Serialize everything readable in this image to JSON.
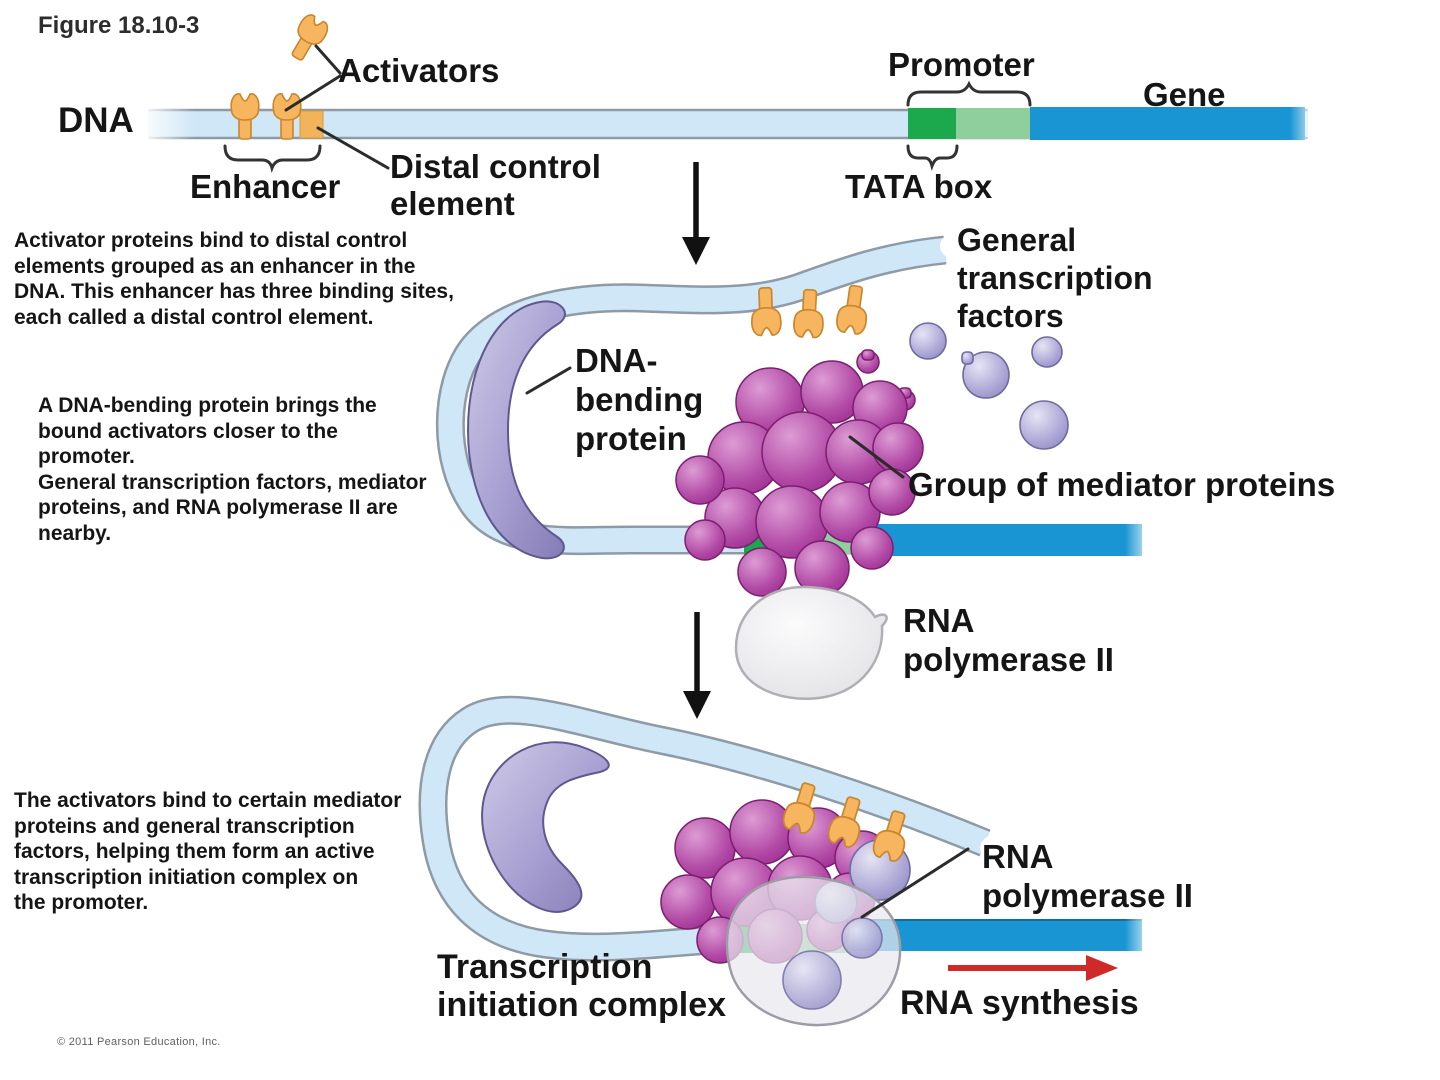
{
  "figure": {
    "title": "Figure 18.10-3",
    "copyright": "© 2011 Pearson Education, Inc."
  },
  "panel_dna": {
    "labels": {
      "dna": "DNA",
      "activators": "Activators",
      "enhancer": "Enhancer",
      "distal_control_element": "Distal control\nelement",
      "promoter": "Promoter",
      "gene": "Gene",
      "tata_box": "TATA box"
    },
    "caption": "Activator proteins bind to distal control\nelements grouped as an enhancer in the\nDNA. This enhancer has three binding sites,\neach called a distal control element."
  },
  "panel_bending": {
    "labels": {
      "dna_bending_protein": "DNA-\nbending\nprotein",
      "general_transcription_factors": "General\ntranscription\nfactors",
      "group_of_mediator_proteins": "Group of mediator proteins"
    },
    "caption": "A DNA-bending protein brings the\nbound activators closer to the\npromoter.\nGeneral transcription factors, mediator\nproteins, and RNA polymerase II are\nnearby."
  },
  "panel_polymerase": {
    "labels": {
      "rna_polymerase_ii": "RNA\npolymerase II"
    }
  },
  "panel_complex": {
    "labels": {
      "transcription_initiation_complex": "Transcription\ninitiation complex",
      "rna_polymerase_ii": "RNA\npolymerase II",
      "rna_synthesis": "RNA synthesis"
    },
    "caption": "The activators bind to certain mediator\nproteins and general transcription\nfactors, helping them form an active\ntranscription initiation complex on\nthe promoter."
  },
  "colors": {
    "dna_fill": "#cfe7f7",
    "dna_edge": "#8e9aa6",
    "promoter_green": "#1ca94d",
    "promoter_light_green": "#8fcf9e",
    "gene_blue": "#1995d3",
    "activator_orange": "#f6b55e",
    "bending_protein_purple": "#a79fd1",
    "mediator_magenta": "#aa3f9e",
    "transcription_factor_lavender": "#a5a1d0",
    "polymerase_gray": "#e3e3e6",
    "rna_synthesis_red": "#cf2a27",
    "text": "#151515"
  }
}
